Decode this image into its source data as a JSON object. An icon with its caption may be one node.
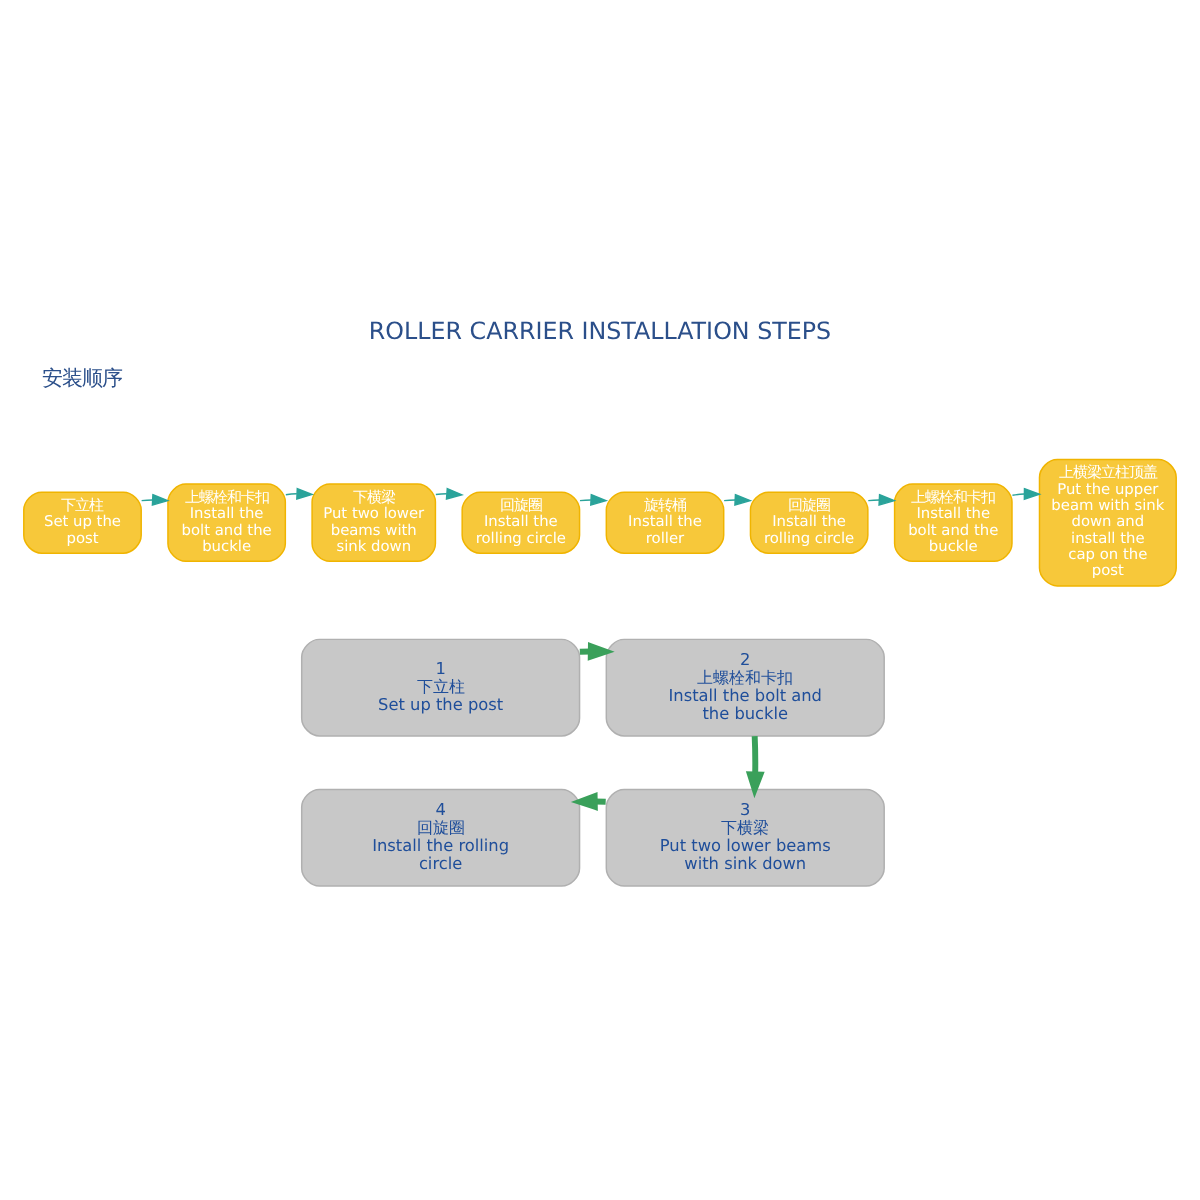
{
  "diagram": {
    "title": "ROLLER CARRIER INSTALLATION STEPS",
    "nodes": [
      {
        "text": [
          "下立柱",
          "Set up the post"
        ]
      },
      {
        "text": [
          "上螺栓和卡扣",
          "Install the bolt and the buckle"
        ]
      },
      {
        "text": [
          "下横梁",
          "Put two lower beams with sink down"
        ]
      },
      {
        "text": [
          "回旋圈",
          "Install the rolling circle"
        ]
      },
      {
        "text": [
          "旋转桶",
          "Install the roller"
        ]
      },
      {
        "text": [
          "回旋圈",
          "Install the rolling circle"
        ]
      },
      {
        "text": [
          "上螺栓和卡扣",
          "Install the bolt and the buckle"
        ]
      },
      {
        "text": [
          "上横梁立柱顶盖",
          "Put the upper beam with sink down and install the cap on the post"
        ]
      },
      {
        "text": [
          "1",
          "下立柱",
          "Set up the post"
        ]
      },
      {
        "text": [
          "2",
          "上螺栓和卡扣",
          "Install the bolt and the buckle"
        ]
      },
      {
        "text": [
          "3",
          "下横梁",
          "Put two lower beams with sink down"
        ]
      },
      {
        "text": [
          "4",
          "回旋圈",
          "Install the rolling circle"
        ]
      }
    ],
    "edges": [
      {
        "from": 0,
        "to": 1,
        "arrow": "to"
      },
      {
        "from": 1,
        "to": 2,
        "arrow": "to"
      },
      {
        "from": 2,
        "to": 3,
        "arrow": "to"
      },
      {
        "from": 3,
        "to": 4,
        "arrow": "to"
      },
      {
        "from": 4,
        "to": 5,
        "arrow": "to"
      },
      {
        "from": 5,
        "to": 6,
        "arrow": "to"
      },
      {
        "from": 6,
        "to": 7,
        "arrow": "to"
      },
      {
        "from": 8,
        "to": 9,
        "arrow": "to",
        "style": "thick"
      },
      {
        "from": 9,
        "to": 10,
        "arrow": "to",
        "style": "thick"
      },
      {
        "from": 10,
        "to": 11,
        "arrow": "to",
        "style": "thick"
      }
    ],
    "labels": [
      "安装顺序"
    ]
  }
}
